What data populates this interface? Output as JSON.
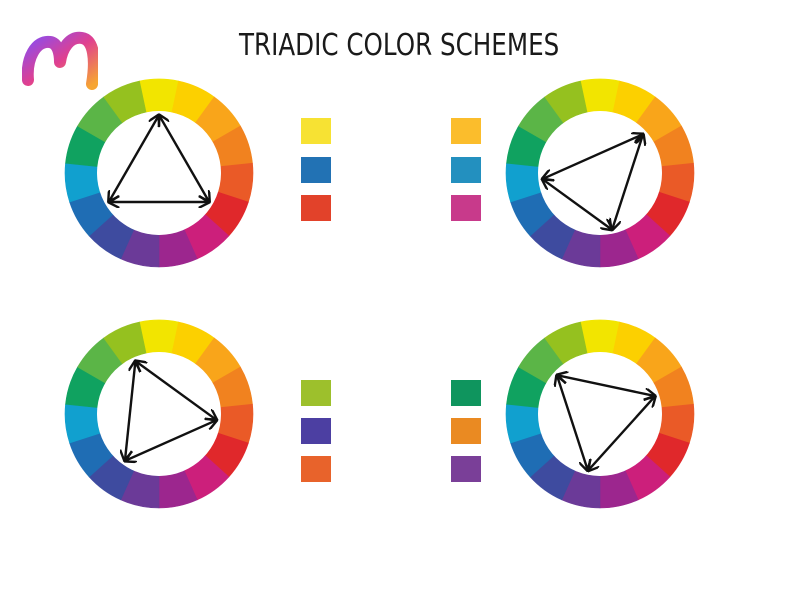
{
  "title": "TRIADIC COLOR SCHEMES",
  "wheel_segments": [
    "#f2e500",
    "#fcd000",
    "#f9a51a",
    "#f1821f",
    "#ea5a27",
    "#e0282b",
    "#cc1f7b",
    "#9c268e",
    "#6b3a98",
    "#3e4b9f",
    "#1f6db4",
    "#11a0cf",
    "#10a260",
    "#5bb547",
    "#95c11f"
  ],
  "schemes": [
    {
      "name": "top-left",
      "triangle_vertex_hues": [
        0,
        5,
        10
      ],
      "swatches": [
        "#f7e233",
        "#2272b4",
        "#e2422a"
      ]
    },
    {
      "name": "top-right",
      "triangle_vertex_hues": [
        2,
        7,
        11
      ],
      "swatches": [
        "#fbbd2c",
        "#2390bf",
        "#c83a8b"
      ]
    },
    {
      "name": "bottom-left",
      "triangle_vertex_hues": [
        14,
        4,
        9
      ],
      "swatches": [
        "#9dc02c",
        "#4c3fa2",
        "#e8632b"
      ]
    },
    {
      "name": "bottom-right",
      "triangle_vertex_hues": [
        13,
        3,
        8
      ],
      "swatches": [
        "#0f955e",
        "#ea8a22",
        "#7a3f98"
      ]
    }
  ]
}
